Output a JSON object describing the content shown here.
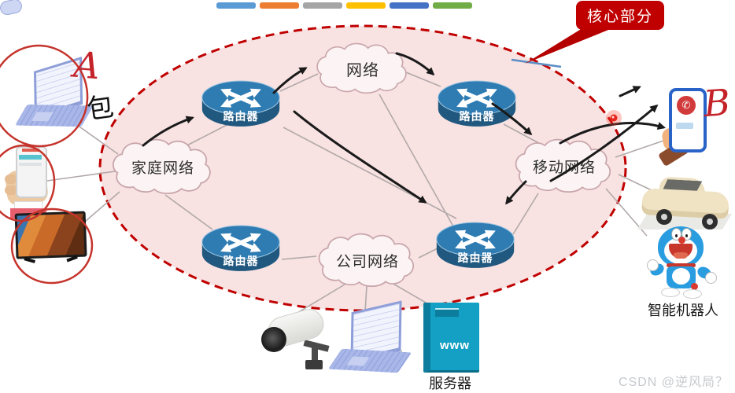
{
  "slide": {
    "progress_bar_colors": [
      "#5b9bd5",
      "#ed7d31",
      "#a5a5a5",
      "#ffc000",
      "#4472c4",
      "#70ad47"
    ]
  },
  "callout": {
    "label": "核心部分",
    "bg": "#c00000",
    "text_color": "#ffffff"
  },
  "core_area": {
    "fill": "#f8e2e2",
    "border": "#c00000",
    "border_style": "dashed"
  },
  "clouds": {
    "network": {
      "label": "网络"
    },
    "home": {
      "label": "家庭网络"
    },
    "mobile": {
      "label": "移动网络"
    },
    "company": {
      "label": "公司网络"
    }
  },
  "router_label": "路由器",
  "devices": {
    "server": {
      "screen_text": "www",
      "label": "服务器"
    },
    "robot": {
      "label": "智能机器人"
    }
  },
  "annotations": {
    "letter_a": "A",
    "letter_b": "B",
    "packet_char": "包",
    "pen_color": "#c5232a",
    "ink_color": "#1a1a1a"
  },
  "watermark": {
    "text": "CSDN @逆风局？"
  }
}
